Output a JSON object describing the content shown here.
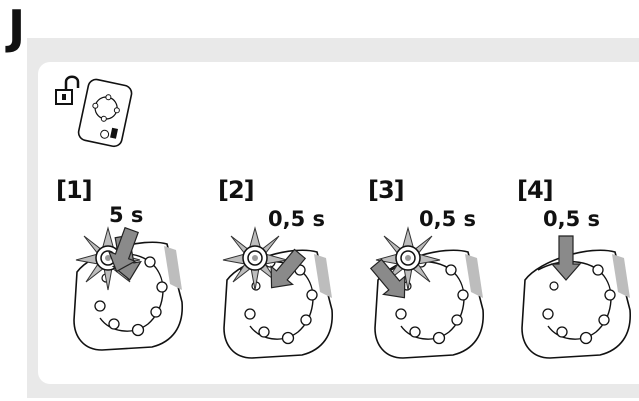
{
  "section_letter": "J",
  "header_icons": [
    "padlock-open-icon",
    "remote-control-icon"
  ],
  "steps": [
    {
      "label": "[1]",
      "duration": "5 s"
    },
    {
      "label": "[2]",
      "duration": "0,5 s"
    },
    {
      "label": "[3]",
      "duration": "0,5 s"
    },
    {
      "label": "[4]",
      "duration": "0,5 s"
    }
  ]
}
